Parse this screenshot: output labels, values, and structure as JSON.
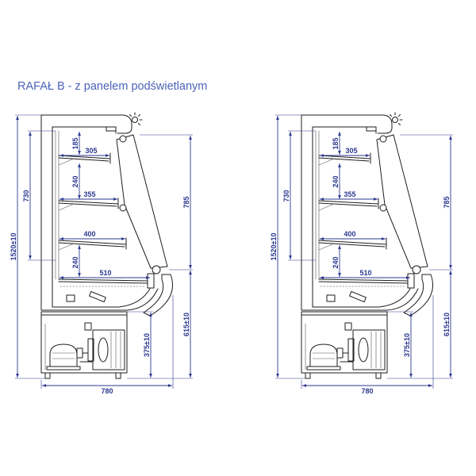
{
  "title": "RAFAŁ B - z panelem podświetlanym",
  "dimensions": {
    "total_height": "1520±10",
    "upper_section_height": "730",
    "top_to_shelf_1": "185",
    "shelf_1_depth": "305",
    "shelf_1_to_shelf_2": "240",
    "shelf_2_depth": "355",
    "shelf_3_depth": "400",
    "shelf_3_to_deck": "240",
    "deck_depth": "510",
    "front_panel_height": "785",
    "front_lower_height": "615±10",
    "base_height": "375±10",
    "total_depth": "780"
  },
  "colors": {
    "title": "#4d63b8",
    "dimension": "#2b388f",
    "drawing": "#1e1e1e"
  }
}
